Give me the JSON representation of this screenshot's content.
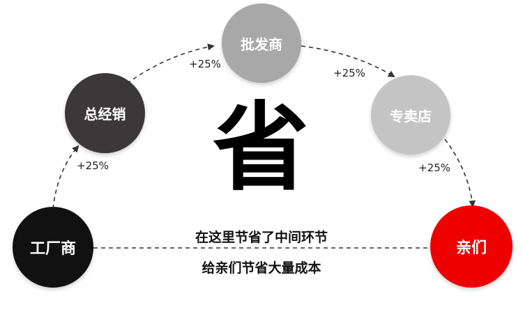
{
  "center_character": "省",
  "nodes": [
    {
      "id": "factory",
      "label": "工厂商",
      "color": "#111111"
    },
    {
      "id": "general-distributor",
      "label": "总经销",
      "color": "#3a3838"
    },
    {
      "id": "wholesaler",
      "label": "批发商",
      "color": "#a8a8a8"
    },
    {
      "id": "retailer",
      "label": "专卖店",
      "color": "#c4c4c4"
    },
    {
      "id": "consumer",
      "label": "亲们",
      "color": "#ee0000"
    }
  ],
  "markups": [
    "+25%",
    "+25%",
    "+25%",
    "+25%"
  ],
  "caption": {
    "line1": "在这里节省了中间环节",
    "line2": "给亲们节省大量成本"
  }
}
